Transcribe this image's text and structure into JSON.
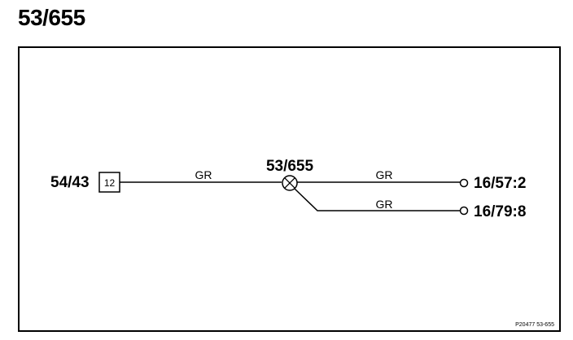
{
  "page": {
    "title": "53/655"
  },
  "diagram": {
    "splice": {
      "id": "53/655"
    },
    "source_connector": {
      "id": "54/43",
      "pin": "12"
    },
    "wires": [
      {
        "color": "GR",
        "from": "54/43:12",
        "to": "53/655"
      },
      {
        "color": "GR",
        "from": "53/655",
        "to": "16/57:2"
      },
      {
        "color": "GR",
        "from": "53/655",
        "to": "16/79:8"
      }
    ],
    "terminals": [
      {
        "label": "16/57:2"
      },
      {
        "label": "16/79:8"
      }
    ],
    "reference": "P20477  53-655"
  }
}
